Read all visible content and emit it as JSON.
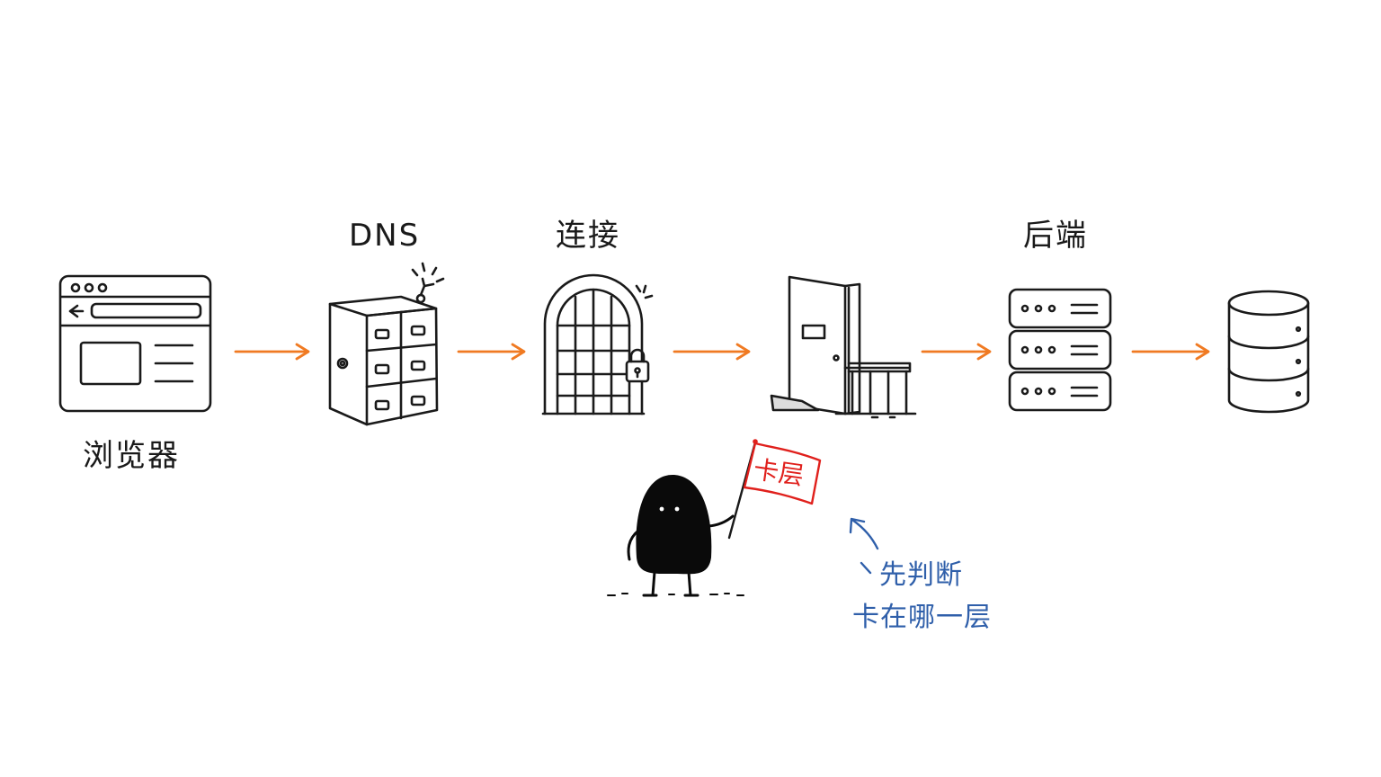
{
  "labels": {
    "browser": "浏览器",
    "dns": "DNS",
    "connect": "连接",
    "backend": "后端"
  },
  "flag": {
    "text": "卡层"
  },
  "note": {
    "line1": "先判断",
    "line2": "卡在哪一层"
  },
  "colors": {
    "arrow": "#f07a22",
    "ink": "#1a1a1a",
    "flag": "#e0201c",
    "note": "#2f5faa",
    "creature": "#0a0a0a"
  },
  "icons": [
    "browser-window-icon",
    "filing-cabinet-icon",
    "gate-lock-icon",
    "door-barrier-icon",
    "server-rack-icon",
    "database-icon",
    "character-with-flag-icon"
  ]
}
